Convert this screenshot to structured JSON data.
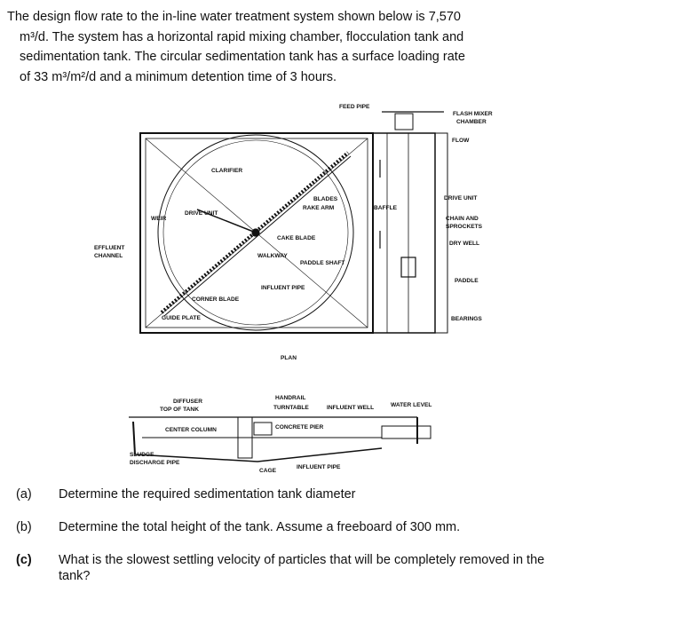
{
  "problem": {
    "intro_lines": [
      "The design flow rate to the in-line water treatment system shown below is 7,570",
      "m³/d. The system has a horizontal rapid mixing chamber, flocculation tank and",
      "sedimentation tank. The circular sedimentation tank has a surface loading rate",
      "of 33 m³/m²/d and a minimum detention time of 3 hours."
    ],
    "questions": [
      {
        "label": "(a)",
        "text": "Determine the required sedimentation tank diameter"
      },
      {
        "label": "(b)",
        "text": "Determine the total height of the tank. Assume a freeboard of 300 mm."
      },
      {
        "label": "(c)",
        "text": "What is the slowest settling velocity of particles that will be completely removed in the tank?"
      }
    ]
  },
  "figure": {
    "plan_labels": {
      "feed_pipe": "FEED PIPE",
      "flash_mixer": "FLASH MIXER",
      "chamber": "CHAMBER",
      "flow": "FLOW",
      "clarifier": "CLARIFIER",
      "blades": "BLADES",
      "rake_arm": "RAKE ARM",
      "baffle": "BAFFLE",
      "drive_unit_right": "DRIVE UNIT",
      "chain_and": "CHAIN AND",
      "sprockets": "SPROCKETS",
      "dry_well": "DRY WELL",
      "weir": "WEIR",
      "drive_unit_left": "DRIVE UNIT",
      "cake_blade": "CAKE BLADE",
      "walkway": "WALKWAY",
      "paddle_shaft": "PADDLE SHAFT",
      "effluent": "EFFLUENT",
      "channel": "CHANNEL",
      "paddle": "PADDLE",
      "influent_pipe": "INFLUENT PIPE",
      "corner_blade": "CORNER BLADE",
      "guide_plate": "GUIDE PLATE",
      "bearings": "BEARINGS",
      "plan": "PLAN"
    },
    "section_labels": {
      "diffuser": "DIFFUSER",
      "top_of_tank": "TOP OF TANK",
      "handrail": "HANDRAIL",
      "turntable": "TURNTABLE",
      "influent_well": "INFLUENT WELL",
      "water_level": "WATER LEVEL",
      "center_column": "CENTER COLUMN",
      "concrete_pier": "CONCRETE PIER",
      "sludge": "SLUDGE",
      "discharge_pipe": "DISCHARGE PIPE",
      "cage": "CAGE",
      "influent_pipe": "INFLUENT PIPE"
    }
  }
}
